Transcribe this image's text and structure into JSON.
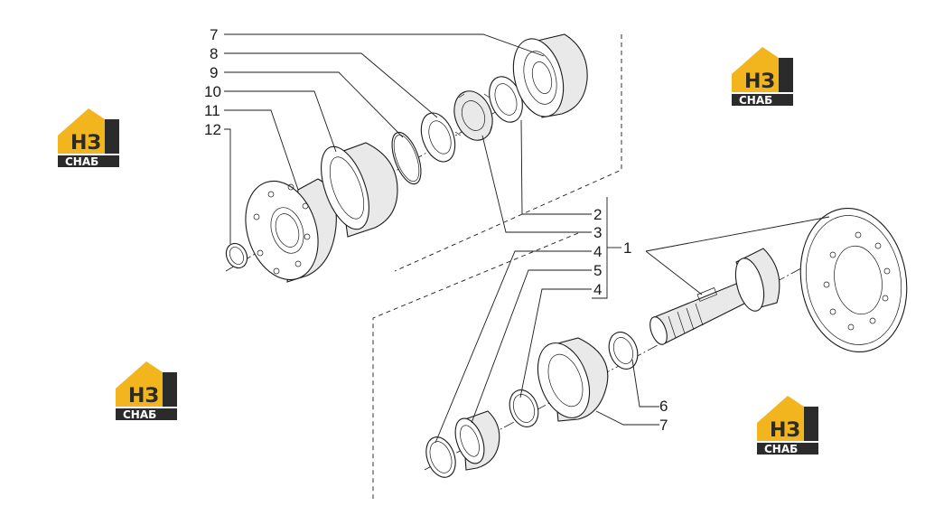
{
  "callouts": {
    "c7a": "7",
    "c8": "8",
    "c9": "9",
    "c10": "10",
    "c11": "11",
    "c12": "12",
    "c2": "2",
    "c3": "3",
    "c4a": "4",
    "c5": "5",
    "c4b": "4",
    "c1": "1",
    "c6": "6",
    "c7b": "7"
  },
  "watermark": {
    "letters": "НЗ",
    "word": "СНАБ",
    "colors": {
      "roof": "#f2b51d",
      "dark": "#2b2b2b",
      "text_light": "#ffffff"
    }
  },
  "colors": {
    "line": "#1a1a1a",
    "background": "#ffffff"
  }
}
